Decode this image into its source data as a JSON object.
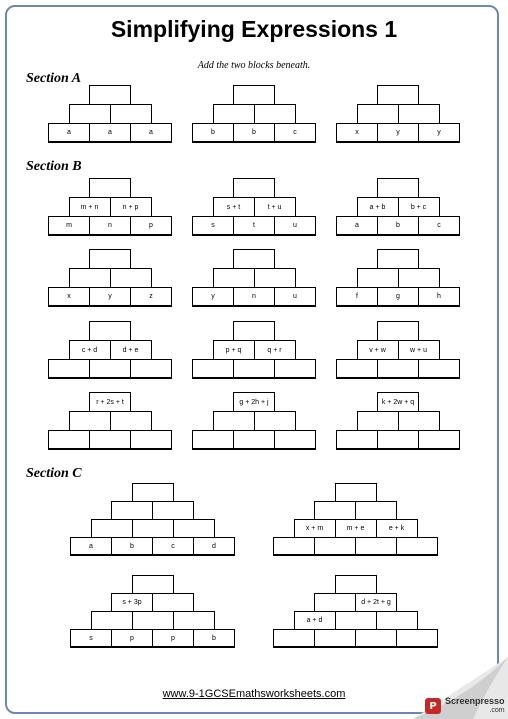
{
  "title": "Simplifying Expressions 1",
  "instruction": "Add the two blocks beneath.",
  "sections": [
    {
      "heading": "Section A"
    },
    {
      "heading": "Section B"
    },
    {
      "heading": "Section C"
    }
  ],
  "pyramids": [
    {
      "section": "A",
      "rows": [
        [
          "a",
          "a",
          "a"
        ],
        [
          "",
          ""
        ],
        [
          ""
        ]
      ]
    },
    {
      "section": "A",
      "rows": [
        [
          "b",
          "b",
          "c"
        ],
        [
          "",
          ""
        ],
        [
          ""
        ]
      ]
    },
    {
      "section": "A",
      "rows": [
        [
          "x",
          "y",
          "y"
        ],
        [
          "",
          ""
        ],
        [
          ""
        ]
      ]
    },
    {
      "section": "B",
      "rows": [
        [
          "m",
          "n",
          "p"
        ],
        [
          "m + n",
          "n + p"
        ],
        [
          ""
        ]
      ]
    },
    {
      "section": "B",
      "rows": [
        [
          "s",
          "t",
          "u"
        ],
        [
          "s + t",
          "t + u"
        ],
        [
          ""
        ]
      ]
    },
    {
      "section": "B",
      "rows": [
        [
          "a",
          "b",
          "c"
        ],
        [
          "a + b",
          "b + c"
        ],
        [
          ""
        ]
      ]
    },
    {
      "section": "B",
      "rows": [
        [
          "x",
          "y",
          "z"
        ],
        [
          "",
          ""
        ],
        [
          ""
        ]
      ]
    },
    {
      "section": "B",
      "rows": [
        [
          "y",
          "n",
          "u"
        ],
        [
          "",
          ""
        ],
        [
          ""
        ]
      ]
    },
    {
      "section": "B",
      "rows": [
        [
          "f",
          "g",
          "h"
        ],
        [
          "",
          ""
        ],
        [
          ""
        ]
      ]
    },
    {
      "section": "B",
      "rows": [
        [
          "",
          "",
          ""
        ],
        [
          "c + d",
          "d + e"
        ],
        [
          ""
        ]
      ]
    },
    {
      "section": "B",
      "rows": [
        [
          "",
          "",
          ""
        ],
        [
          "p + q",
          "q + r"
        ],
        [
          ""
        ]
      ]
    },
    {
      "section": "B",
      "rows": [
        [
          "",
          "",
          ""
        ],
        [
          "v + w",
          "w + u"
        ],
        [
          ""
        ]
      ]
    },
    {
      "section": "B",
      "rows": [
        [
          "",
          "",
          ""
        ],
        [
          "",
          ""
        ],
        [
          "r + 2s + t"
        ]
      ]
    },
    {
      "section": "B",
      "rows": [
        [
          "",
          "",
          ""
        ],
        [
          "",
          ""
        ],
        [
          "g + 2h + j"
        ]
      ]
    },
    {
      "section": "B",
      "rows": [
        [
          "",
          "",
          ""
        ],
        [
          "",
          ""
        ],
        [
          "k + 2w + q"
        ]
      ]
    },
    {
      "section": "C",
      "rows": [
        [
          "a",
          "b",
          "c",
          "d"
        ],
        [
          "",
          "",
          ""
        ],
        [
          "",
          ""
        ],
        [
          ""
        ]
      ]
    },
    {
      "section": "C",
      "rows": [
        [
          "",
          "",
          "",
          ""
        ],
        [
          "x + m",
          "m + e",
          "e + k"
        ],
        [
          "",
          ""
        ],
        [
          ""
        ]
      ]
    },
    {
      "section": "C",
      "rows": [
        [
          "s",
          "p",
          "p",
          "b"
        ],
        [
          "",
          "",
          ""
        ],
        [
          "s + 3p",
          ""
        ],
        [
          ""
        ]
      ]
    },
    {
      "section": "C",
      "rows": [
        [
          "",
          "",
          "",
          ""
        ],
        [
          "a + d",
          "",
          ""
        ],
        [
          "",
          "d + 2t + g"
        ],
        [
          ""
        ]
      ]
    }
  ],
  "footer_url": "www.9-1GCSEmathsworksheets.com",
  "watermark": {
    "icon": "screenpresso-icon",
    "name": "Screenpresso",
    "tld": ".com"
  }
}
